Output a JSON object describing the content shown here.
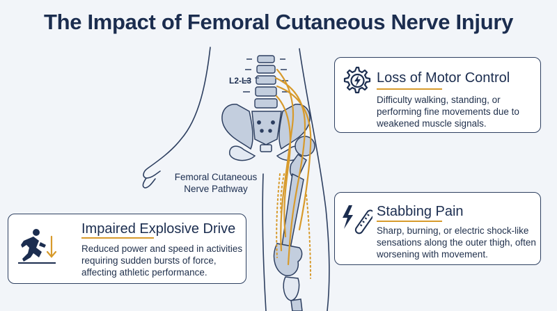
{
  "title": "The Impact of Femoral Cutaneous Nerve Injury",
  "anatomy": {
    "spine_level_label": "L2-L3",
    "pathway_label": "Femoral Cutaneous Nerve Pathway"
  },
  "cards": {
    "motor": {
      "icon": "gear-lightning-icon",
      "title": "Loss of Motor Control",
      "body": "Difficulty walking, standing, or performing fine movements due to weakened muscle signals."
    },
    "pain": {
      "icon": "lightning-thermometer-icon",
      "title": "Stabbing Pain",
      "body": "Sharp, burning, or electric shock-like sensations along the outer thigh, often worsening with movement."
    },
    "drive": {
      "icon": "sprinter-down-arrow-icon",
      "title": "Impaired Explosive Drive",
      "body": "Reduced power and speed in activities requiring sudden bursts of force, affecting athletic performance."
    }
  },
  "colors": {
    "navy": "#1b2d4f",
    "accent": "#d79a2b",
    "bone": "#c3cede",
    "background": "#f2f5f9"
  }
}
